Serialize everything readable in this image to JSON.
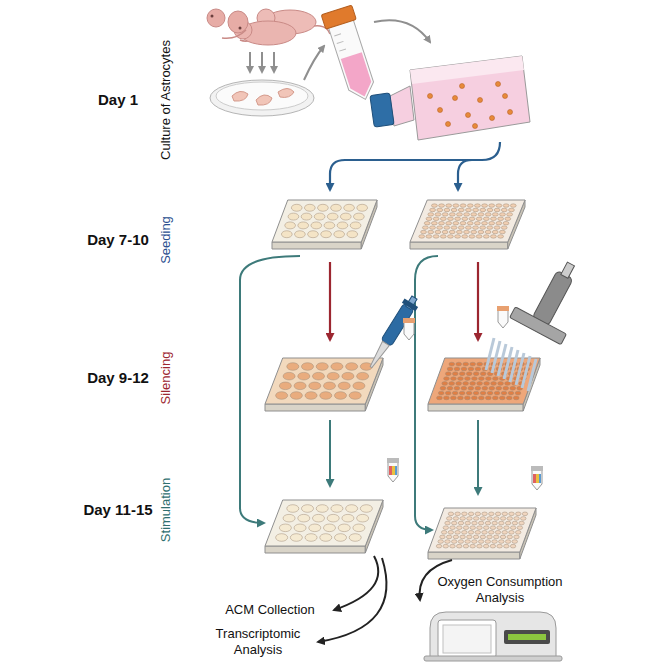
{
  "diagram": {
    "labels": [
      "Day 1",
      "Culture of Astrocytes",
      "Day 7-10",
      "Seeding",
      "Day 9-12",
      "Silencing",
      "Day 11-15",
      "Stimulation",
      "ACM Collection",
      "Transcriptomic Analysis",
      "Oxygen Consumption Analysis"
    ]
  }
}
